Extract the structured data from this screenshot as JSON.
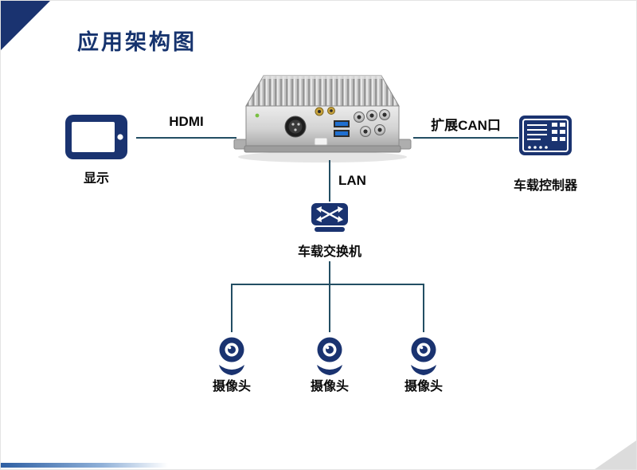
{
  "title": "应用架构图",
  "nodes": {
    "display": {
      "label": "显示"
    },
    "controller": {
      "label": "车载控制器"
    },
    "switch": {
      "label": "车载交换机"
    },
    "cameras": [
      {
        "label": "摄像头"
      },
      {
        "label": "摄像头"
      },
      {
        "label": "摄像头"
      }
    ]
  },
  "edges": {
    "hdmi": {
      "label": "HDMI"
    },
    "can": {
      "label": "扩展CAN口"
    },
    "lan": {
      "label": "LAN"
    }
  },
  "colors": {
    "accent": "#1a3370",
    "line": "#234e63",
    "title": "#16336e"
  }
}
